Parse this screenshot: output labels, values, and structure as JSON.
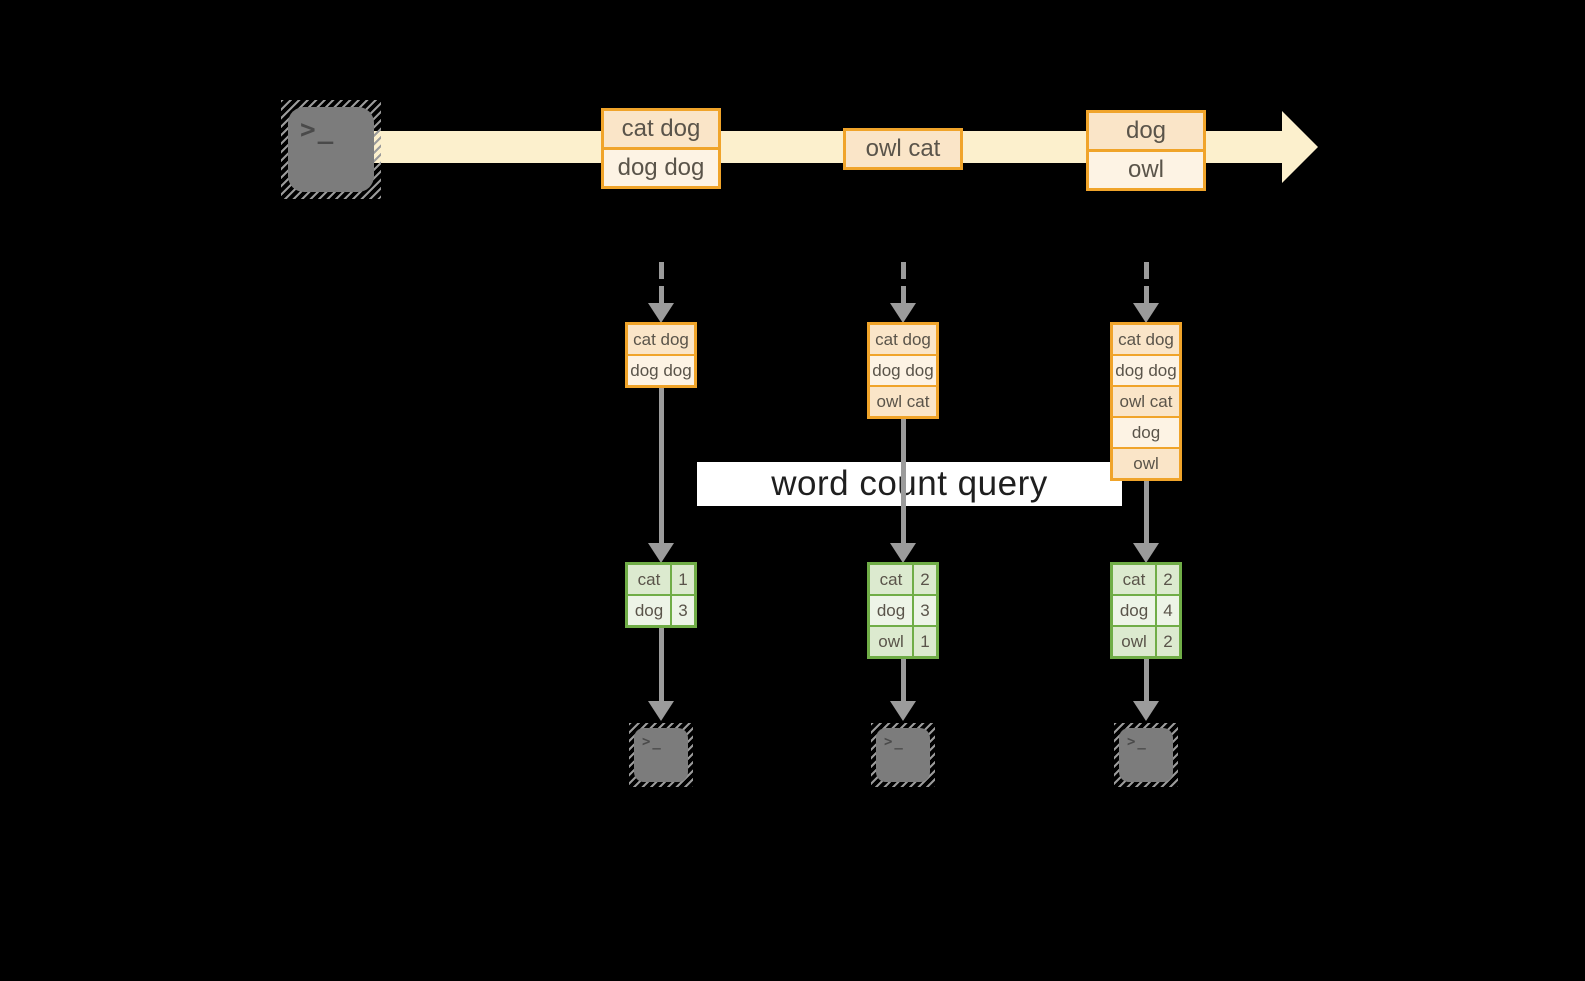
{
  "banner": {
    "label": "word count query"
  },
  "icons": {
    "name": "terminal-icon",
    "prompt_glyph": ">_"
  },
  "stream": {
    "batches": [
      {
        "records": [
          "cat dog",
          "dog dog"
        ]
      },
      {
        "records": [
          "owl cat"
        ]
      },
      {
        "records": [
          "dog",
          "owl"
        ]
      }
    ]
  },
  "snapshots": [
    {
      "records": [
        "cat dog",
        "dog dog"
      ],
      "counts": [
        {
          "word": "cat",
          "count": "1"
        },
        {
          "word": "dog",
          "count": "3"
        }
      ]
    },
    {
      "records": [
        "cat dog",
        "dog dog",
        "owl cat"
      ],
      "counts": [
        {
          "word": "cat",
          "count": "2"
        },
        {
          "word": "dog",
          "count": "3"
        },
        {
          "word": "owl",
          "count": "1"
        }
      ]
    },
    {
      "records": [
        "cat dog",
        "dog dog",
        "owl cat",
        "dog",
        "owl"
      ],
      "counts": [
        {
          "word": "cat",
          "count": "2"
        },
        {
          "word": "dog",
          "count": "4"
        },
        {
          "word": "owl",
          "count": "2"
        }
      ]
    }
  ],
  "colors": {
    "background": "#000000",
    "stream_band": "#FCF0CD",
    "record_border": "#F0A42A",
    "record_fill_dark": "#FAE5C8",
    "record_fill_light": "#FDF3E4",
    "table_border": "#70AD47",
    "table_fill_dark": "#DCEACF",
    "table_fill_light": "#EDF4E7",
    "arrow_gray": "#9B9B9B",
    "terminal_gray": "#7C7C7C"
  }
}
